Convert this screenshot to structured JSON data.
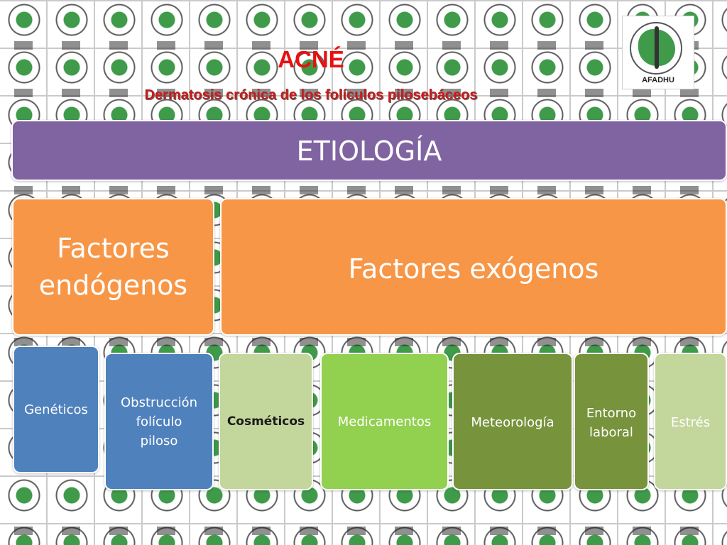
{
  "slide": {
    "title": "ACNÉ",
    "subtitle": "Dermatosis crónica de los folículos pilosebáceos",
    "logo_text": "AFADHU"
  },
  "diagram": {
    "root": "ETIOLOGÍA",
    "branches": [
      {
        "label_lines": [
          "Factores",
          "endógenos"
        ]
      },
      {
        "label": "Factores exógenos"
      }
    ],
    "leaves": {
      "geneticos": "Genéticos",
      "obstruccion": [
        "Obstrucción",
        "folículo",
        "piloso"
      ],
      "cosmeticos": "Cosméticos",
      "medicamentos": "Medicamentos",
      "meteorologia": "Meteorología",
      "entorno": [
        "Entorno",
        "laboral"
      ],
      "estres": "Estrés"
    }
  },
  "colors": {
    "title_red": "#e81010",
    "root_purple": "#8064a2",
    "branch_orange": "#f79646",
    "leaf_blue": "#4f81bd",
    "leaf_light_green": "#c3d69b",
    "leaf_bright_green": "#92d050",
    "leaf_olive": "#77933c"
  },
  "icons": {
    "logo": "pharmacists-association-seal-icon",
    "background_tile": "afadhu-logo-tile-icon"
  }
}
